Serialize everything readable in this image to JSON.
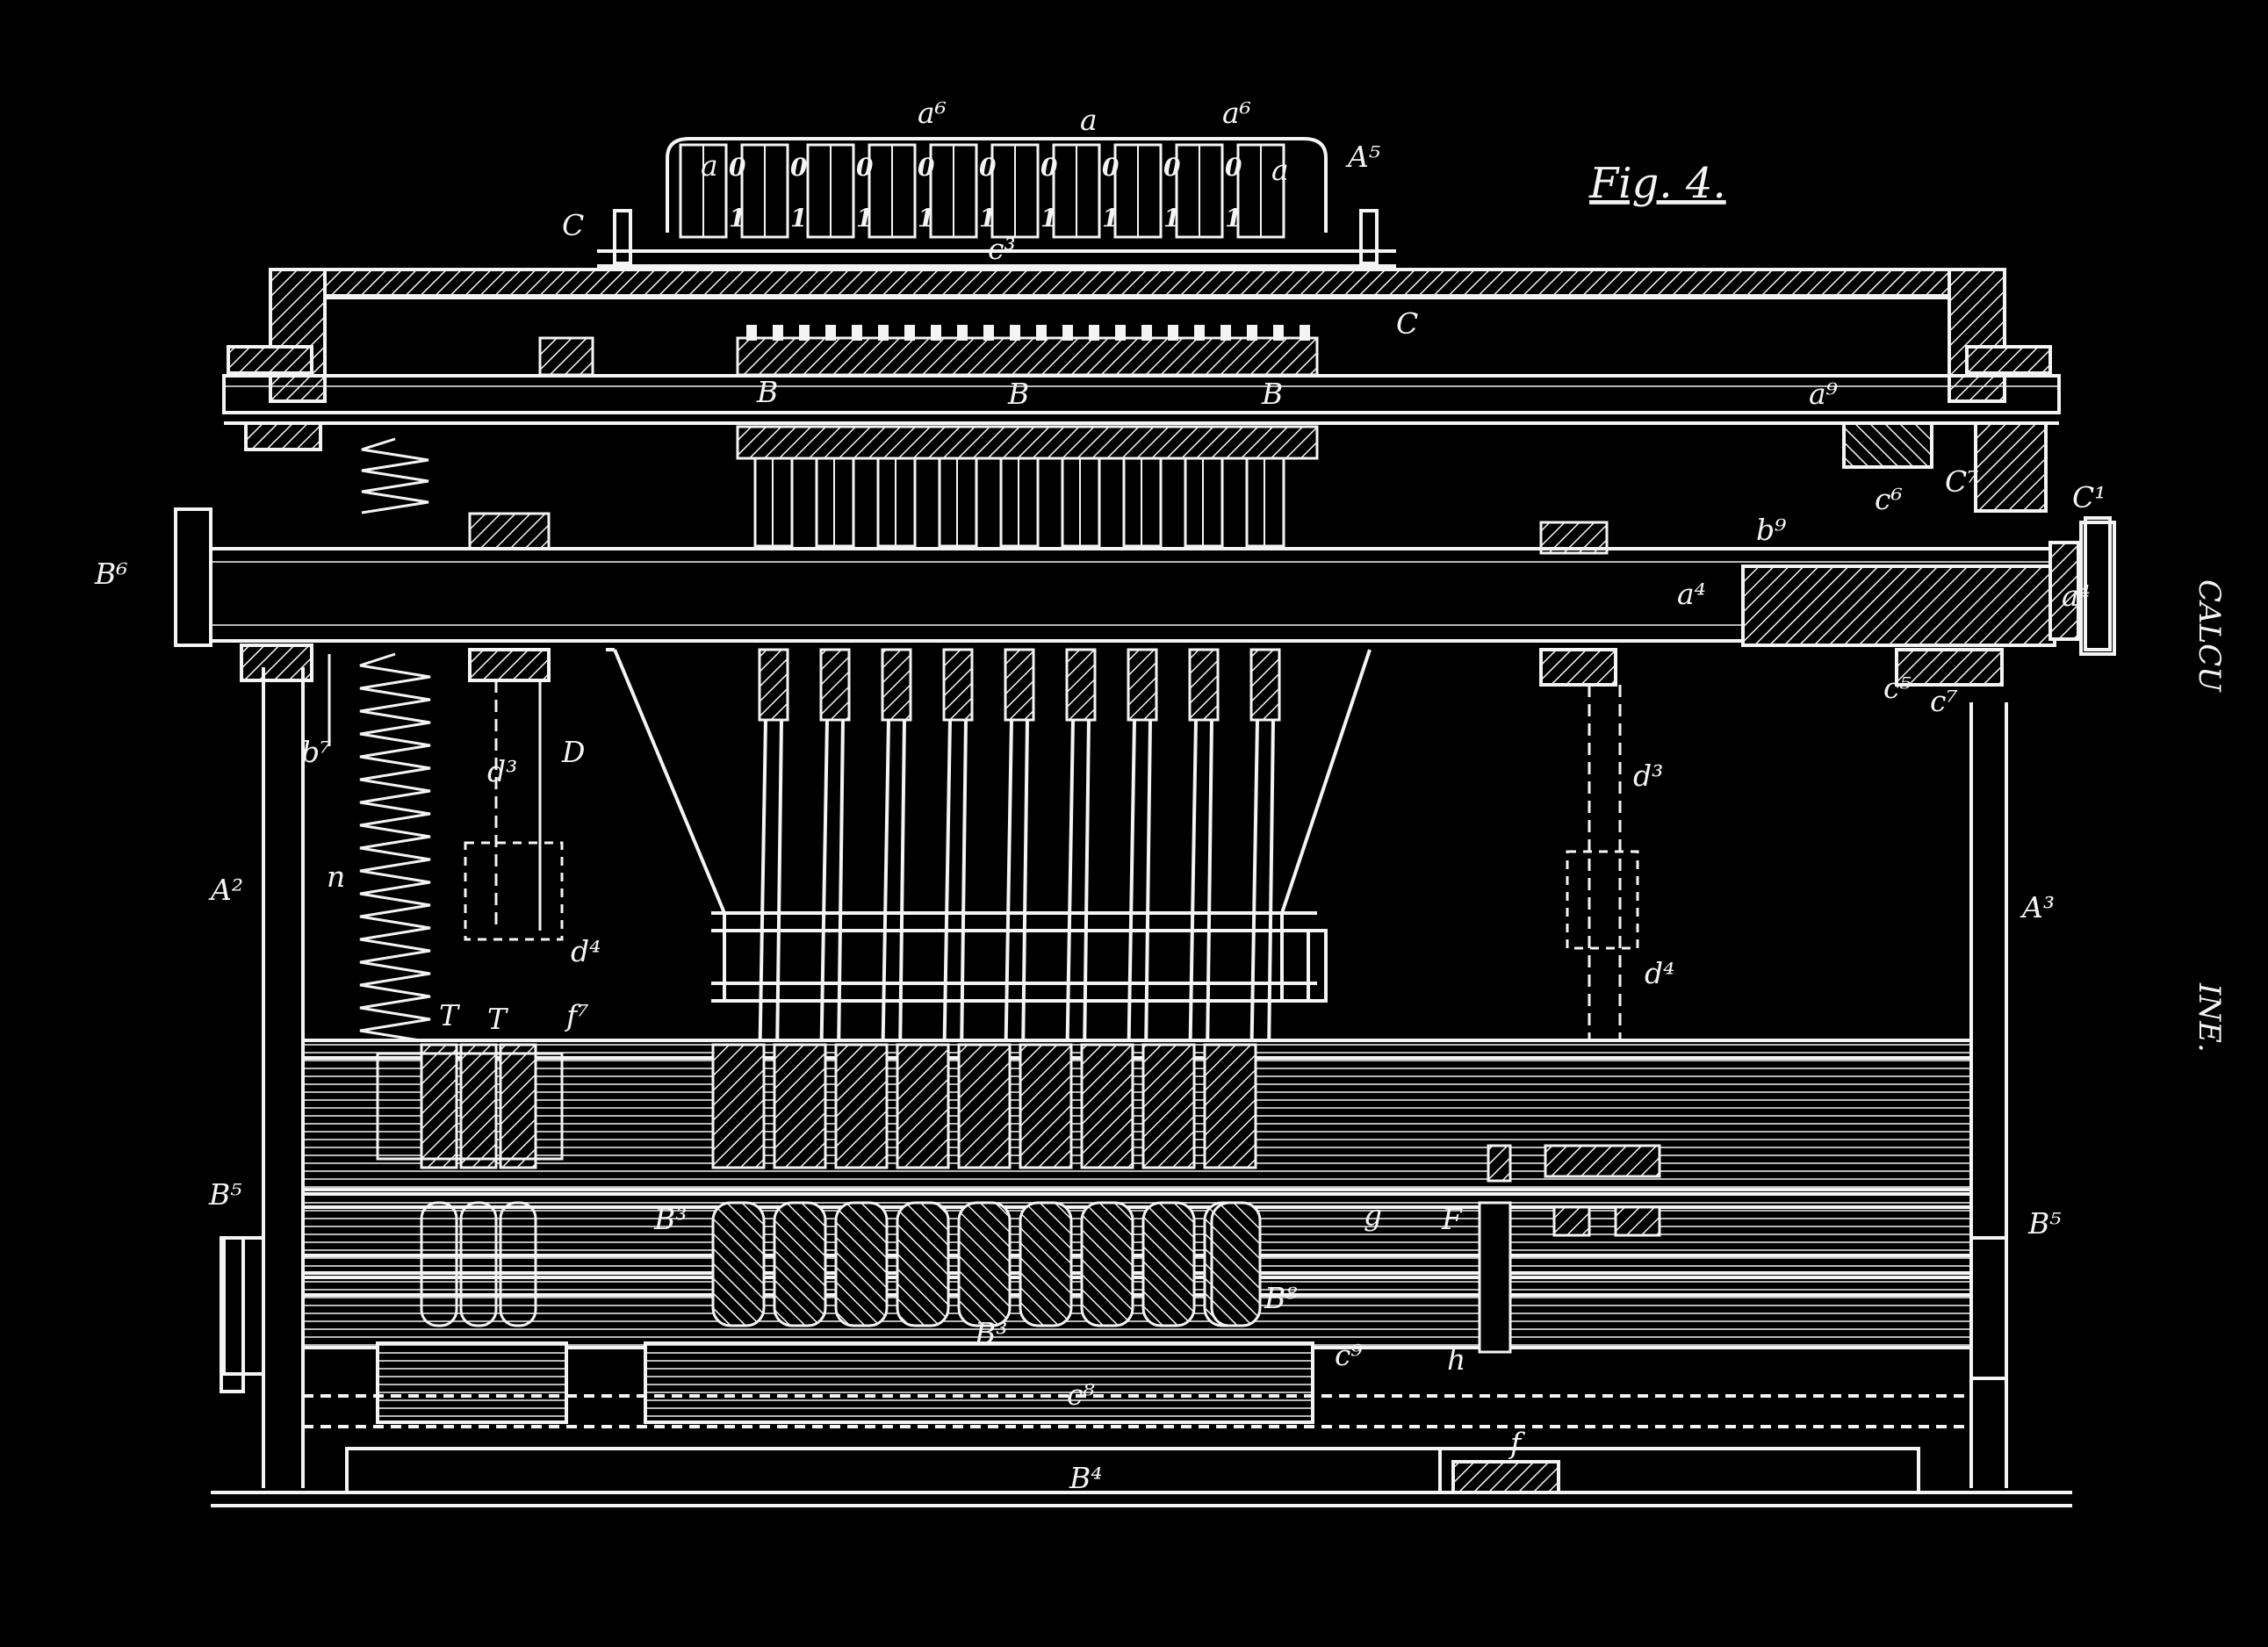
{
  "figure": {
    "title": "Fig. 4.",
    "colors": {
      "background": "#000000",
      "line": "#f4f4f4",
      "faint": "#6c6c6c"
    },
    "dial_digits": {
      "top": "0",
      "bottom": "1"
    },
    "labels": [
      {
        "id": "a6-left",
        "text": "a⁶"
      },
      {
        "id": "a-top",
        "text": "a"
      },
      {
        "id": "a6-right",
        "text": "a⁶"
      },
      {
        "id": "A5",
        "text": "A⁵"
      },
      {
        "id": "C-top-left",
        "text": "C"
      },
      {
        "id": "c3",
        "text": "c³"
      },
      {
        "id": "a-left",
        "text": "a"
      },
      {
        "id": "a-right",
        "text": "a"
      },
      {
        "id": "C-mid",
        "text": "C"
      },
      {
        "id": "B-1",
        "text": "B"
      },
      {
        "id": "B-2",
        "text": "B"
      },
      {
        "id": "B-3",
        "text": "B"
      },
      {
        "id": "a9",
        "text": "a⁹"
      },
      {
        "id": "c6",
        "text": "c⁶"
      },
      {
        "id": "C7",
        "text": "C⁷"
      },
      {
        "id": "C1",
        "text": "C¹"
      },
      {
        "id": "B6",
        "text": "B⁶"
      },
      {
        "id": "b9",
        "text": "b⁹"
      },
      {
        "id": "a4-mid",
        "text": "a⁴"
      },
      {
        "id": "a4-right",
        "text": "a⁴"
      },
      {
        "id": "c5",
        "text": "c⁵"
      },
      {
        "id": "c7",
        "text": "c⁷"
      },
      {
        "id": "b7",
        "text": "b⁷"
      },
      {
        "id": "d3-left",
        "text": "d³"
      },
      {
        "id": "D",
        "text": "D"
      },
      {
        "id": "d3-right",
        "text": "d³"
      },
      {
        "id": "A2",
        "text": "A²"
      },
      {
        "id": "n",
        "text": "n"
      },
      {
        "id": "d4-left",
        "text": "d⁴"
      },
      {
        "id": "d4-right",
        "text": "d⁴"
      },
      {
        "id": "A3",
        "text": "A³"
      },
      {
        "id": "T-1",
        "text": "T"
      },
      {
        "id": "T-2",
        "text": "T"
      },
      {
        "id": "f7",
        "text": "f⁷"
      },
      {
        "id": "B5-left",
        "text": "B⁵"
      },
      {
        "id": "B3-left",
        "text": "B³"
      },
      {
        "id": "g",
        "text": "g"
      },
      {
        "id": "F",
        "text": "F"
      },
      {
        "id": "B5-right",
        "text": "B⁵"
      },
      {
        "id": "B8",
        "text": "B⁸"
      },
      {
        "id": "B3-low",
        "text": "B³"
      },
      {
        "id": "c9",
        "text": "c⁹"
      },
      {
        "id": "h",
        "text": "h"
      },
      {
        "id": "c8",
        "text": "c⁸"
      },
      {
        "id": "f-bottom",
        "text": "f"
      },
      {
        "id": "B4",
        "text": "B⁴"
      }
    ],
    "margin_text": [
      {
        "id": "margin-1",
        "text": "CALCU"
      },
      {
        "id": "margin-2",
        "text": "INE."
      }
    ]
  }
}
